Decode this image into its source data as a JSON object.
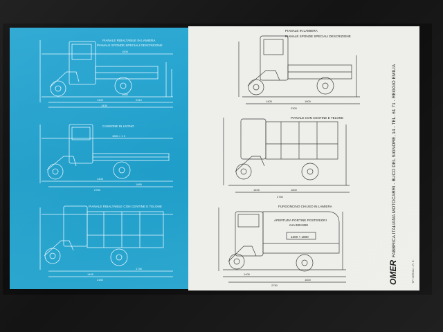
{
  "sheet": {
    "colors": {
      "blue_panel": "#22a3cf",
      "white_panel": "#eeeeea",
      "background": "#141414"
    }
  },
  "blue_panel": {
    "captions": {
      "top": [
        "PIANALE RIBALTABILE IN LAMIERA",
        "PIANALE SPONDE SPECIALI DESCRIZIONE"
      ],
      "middle": "CASSONE IN LEGNO",
      "bottom": "PIANALE RIBALTABILE CON CENTINE E TELONE"
    },
    "dims": {
      "top_total": "1500",
      "top_len": "1880",
      "top_a": "1405",
      "top_b": "2310",
      "top_c": "1430",
      "mid_total": "1800 × 1 0",
      "mid_a": "1405",
      "mid_b": "1885",
      "mid_c": "2750",
      "bot_a": "1740",
      "bot_b": "1405",
      "bot_c": "2150"
    }
  },
  "white_panel": {
    "captions": {
      "top": [
        "PIANALE IN LAMIERA",
        "PIANALE SPONDE SPECIALI DESCRIZIONE"
      ],
      "middle": "PIANALE CON CENTINE E TELONE",
      "bottom": [
        "FURGONCINO CHIUSO IN LAMIERA",
        "APERTURA PORTINE POSTERIORI",
        "mm 990×850"
      ],
      "inner_dim": "1200 × 1800"
    },
    "dims": {
      "top_a": "1405",
      "top_b": "1800",
      "top_c": "2300",
      "mid_a": "1405",
      "mid_b": "1800",
      "mid_c": "2750",
      "bot_a": "1405",
      "bot_b": "1800",
      "bot_c": "2750"
    }
  },
  "vertical_strip": {
    "brand": "OMER",
    "text": "FABBRICA ITALIANA MOTOCARRI - BUCO DEL SIGNORE, 14 - TEL. 61 71 - REGGIO EMILIA",
    "footer": "TIP. CERIOLI - R. E."
  }
}
